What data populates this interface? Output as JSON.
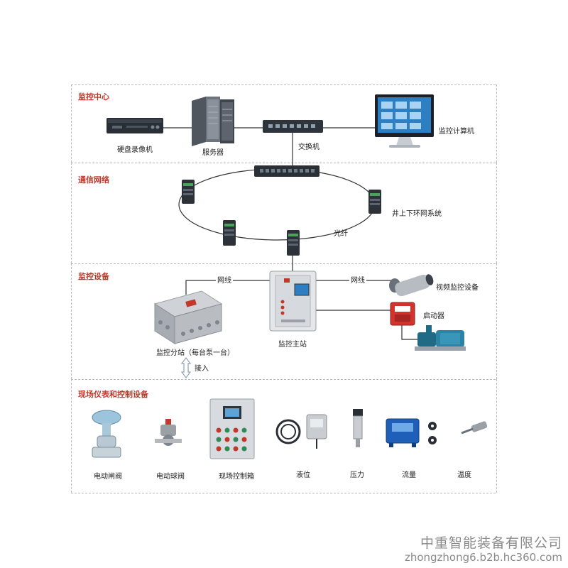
{
  "sections": {
    "monitoring_center": "监控中心",
    "communication_network": "通信网络",
    "monitoring_equipment": "监控设备",
    "field_instruments": "现场仪表和控制设备"
  },
  "monitoring_center": {
    "dvr": "硬盘录像机",
    "server": "服务器",
    "switch": "交换机",
    "monitor_pc": "监控计算机"
  },
  "network": {
    "ring_system": "井上下环网系统",
    "fiber": "光纤"
  },
  "equipment": {
    "cable_left": "网线",
    "cable_right": "网线",
    "video_monitor": "视频监控设备",
    "starter": "启动器",
    "main_station": "监控主站",
    "sub_station": "监控分站（每台泵一台）",
    "access": "接入"
  },
  "field": {
    "electric_gate_valve": "电动闸阀",
    "electric_ball_valve": "电动球阀",
    "field_control_box": "现场控制箱",
    "liquid_level": "液位",
    "pressure": "压力",
    "flow": "流量",
    "temperature": "温度"
  },
  "watermark": {
    "company": "中重智能装备有限公司",
    "site": "zhongzhong6.b2b.hc360.com"
  },
  "colors": {
    "section_title": "#c0392b",
    "device_dark": "#2a2f36",
    "screen_blue": "#2d7fc1",
    "cabinet_gray": "#c9ccd0",
    "starter_red": "#d0342c",
    "flow_blue": "#1f5fb8"
  }
}
